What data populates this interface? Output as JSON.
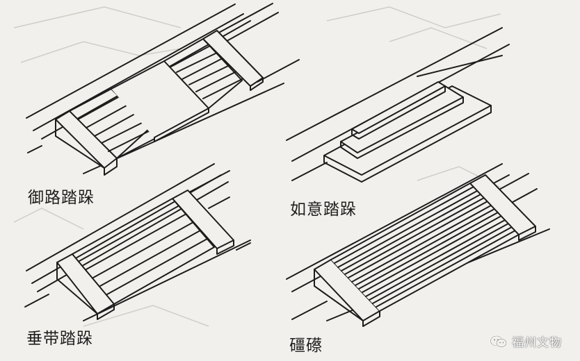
{
  "labels": {
    "imperial": "御路踏跺",
    "ruyi": "如意踏跺",
    "chuidai": "垂带踏跺",
    "ramp": "礓礤"
  },
  "watermark": {
    "text": "福州文物",
    "icon": "wechat-icon"
  },
  "colors": {
    "line": "#1c1c1c",
    "paper": "#f1f0ec",
    "faint": "#c9c7c0"
  }
}
